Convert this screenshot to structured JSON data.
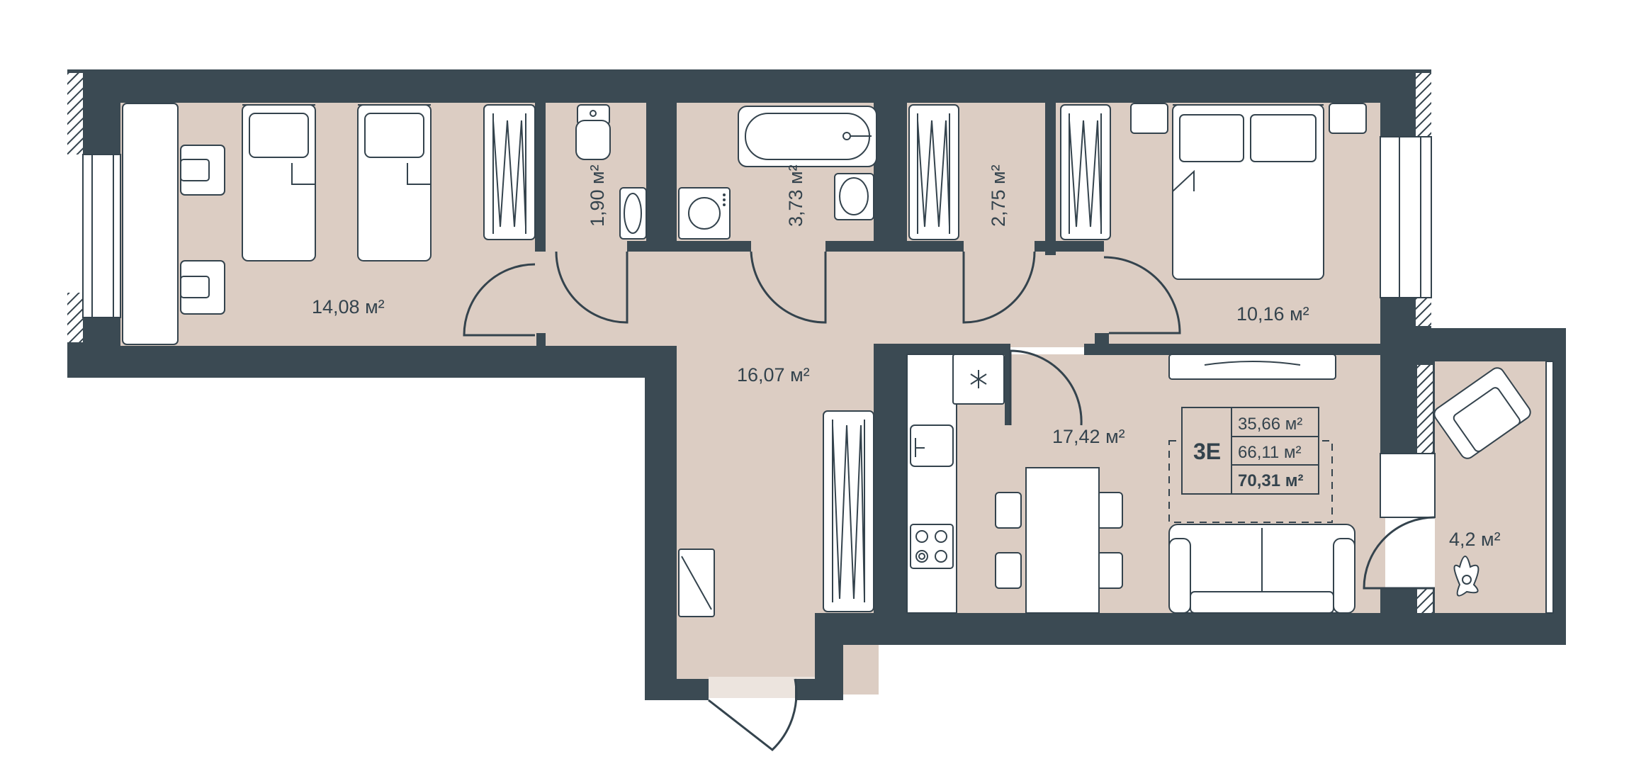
{
  "colors": {
    "wall": "#3b4a53",
    "floor": "#dccdc3",
    "entry_floor": "#ece4de",
    "furniture_fill": "#ffffff",
    "line": "#34434d"
  },
  "rooms": {
    "bedroom_left": "14,08 м²",
    "toilet": "1,90 м²",
    "bathroom": "3,73 м²",
    "closet": "2,75 м²",
    "bedroom_right": "10,16 м²",
    "hallway": "16,07 м²",
    "kitchen_living": "17,42 м²",
    "balcony": "4,2 м²"
  },
  "summary": {
    "code": "3E",
    "living_area": "35,66 м²",
    "total_area": "66,11 м²",
    "total_with_balcony": "70,31 м²"
  },
  "icons": [
    "snowflake-icon",
    "plant-icon"
  ]
}
